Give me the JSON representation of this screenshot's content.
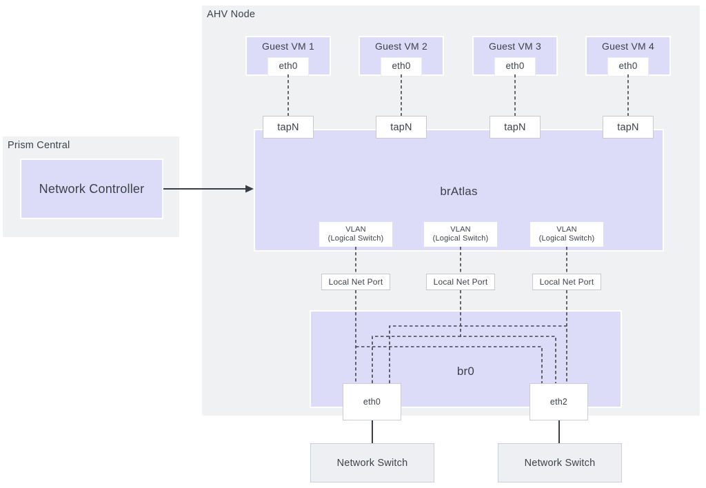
{
  "title": "AHV virtual networking diagram",
  "colors": {
    "lavender_fill": "#dcdbf8",
    "container_gray": "#f0f1f3",
    "switch_gray": "#edeff2",
    "line_dark": "#3e424a",
    "text": "#3c414a"
  },
  "prism_central": {
    "label": "Prism Central",
    "controller_label": "Network Controller"
  },
  "ahv_node": {
    "label": "AHV Node"
  },
  "guest_vms": [
    {
      "label": "Guest VM 1",
      "nic": "eth0"
    },
    {
      "label": "Guest VM 2",
      "nic": "eth0"
    },
    {
      "label": "Guest VM 3",
      "nic": "eth0"
    },
    {
      "label": "Guest VM 4",
      "nic": "eth0"
    }
  ],
  "taps": [
    {
      "label": "tapN"
    },
    {
      "label": "tapN"
    },
    {
      "label": "tapN"
    },
    {
      "label": "tapN"
    }
  ],
  "bridge_atlas": {
    "label": "brAtlas"
  },
  "vlans": [
    {
      "line1": "VLAN",
      "line2": "(Logical Switch)"
    },
    {
      "line1": "VLAN",
      "line2": "(Logical Switch)"
    },
    {
      "line1": "VLAN",
      "line2": "(Logical Switch)"
    }
  ],
  "local_net_ports": [
    {
      "label": "Local Net Port"
    },
    {
      "label": "Local Net Port"
    },
    {
      "label": "Local Net Port"
    }
  ],
  "bridge0": {
    "label": "br0",
    "uplink_left": "eth0",
    "uplink_right": "eth2"
  },
  "switches": [
    {
      "label": "Network Switch"
    },
    {
      "label": "Network Switch"
    }
  ]
}
